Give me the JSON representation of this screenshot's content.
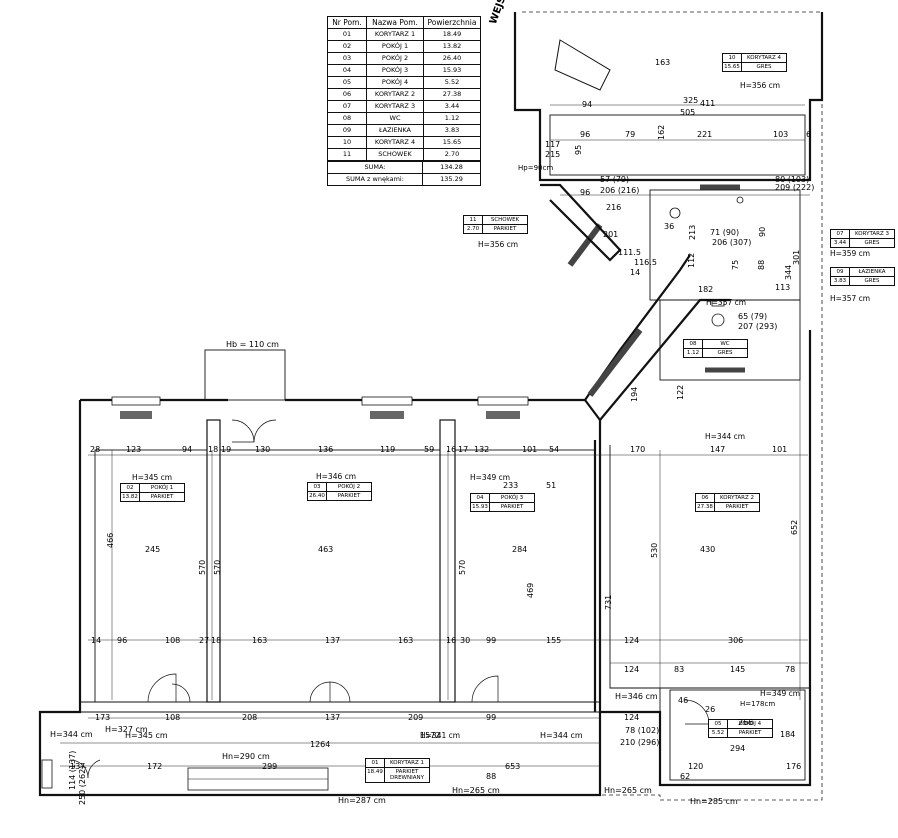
{
  "entrance_label": "WEJŚCIE",
  "table": {
    "headers": [
      "Nr Pom.",
      "Nazwa Pom.",
      "Powierzchnia"
    ],
    "rows": [
      [
        "01",
        "KORYTARZ 1",
        "18.49"
      ],
      [
        "02",
        "POKÓJ 1",
        "13.82"
      ],
      [
        "03",
        "POKÓJ 2",
        "26.40"
      ],
      [
        "04",
        "POKÓJ 3",
        "15.93"
      ],
      [
        "05",
        "POKÓJ 4",
        "5.52"
      ],
      [
        "06",
        "KORYTARZ 2",
        "27.38"
      ],
      [
        "07",
        "KORYTARZ 3",
        "3.44"
      ],
      [
        "08",
        "WC",
        "1.12"
      ],
      [
        "09",
        "ŁAZIENKA",
        "3.83"
      ],
      [
        "10",
        "KORYTARZ 4",
        "15.65"
      ],
      [
        "11",
        "SCHOWEK",
        "2.70"
      ]
    ],
    "suma_label": "SUMA:",
    "suma_value": "134.28",
    "suma_wneki_label": "SUMA z wnękami:",
    "suma_wneki_value": "135.29"
  },
  "rooms": [
    {
      "nr": "02",
      "name": "POKÓJ 1",
      "area": "13.82",
      "floor": "PARKIET",
      "height": "H=345 cm"
    },
    {
      "nr": "03",
      "name": "POKÓJ 2",
      "area": "26.40",
      "floor": "PARKIET",
      "height": "H=346 cm"
    },
    {
      "nr": "04",
      "name": "POKÓJ 3",
      "area": "15.93",
      "floor": "PARKIET",
      "height": "H=349 cm"
    },
    {
      "nr": "06",
      "name": "KORYTARZ 2",
      "area": "27.38",
      "floor": "PARKIET",
      "height": "H=344 cm"
    },
    {
      "nr": "01",
      "name": "KORYTARZ 1",
      "area": "18.49",
      "floor": "PARKIET DREWNIANY",
      "height": "H=341 cm"
    },
    {
      "nr": "05",
      "name": "POKÓJ 4",
      "area": "5.52",
      "floor": "PARKIET",
      "height": "H=349 cm"
    },
    {
      "nr": "10",
      "name": "KORYTARZ 4",
      "area": "15.65",
      "floor": "GRES",
      "height": "H=356 cm"
    },
    {
      "nr": "11",
      "name": "SCHOWEK",
      "area": "2.70",
      "floor": "PARKIET",
      "height": "H=356 cm"
    },
    {
      "nr": "07",
      "name": "KORYTARZ 3",
      "area": "3.44",
      "floor": "GRES",
      "height": "H=359 cm"
    },
    {
      "nr": "09",
      "name": "ŁAZIENKA",
      "area": "3.83",
      "floor": "GRES",
      "height": "H=357 cm"
    },
    {
      "nr": "08",
      "name": "WC",
      "area": "1.12",
      "floor": "GRES",
      "height": "H=357 cm"
    }
  ],
  "extra_heights": {
    "left_corridor": "H=344 cm",
    "left_corridor_2": "H=327 cm",
    "left_corridor_3": "H=345 cm",
    "bottom_mid": "H=344 cm",
    "corridor2_bottom": "H=346 cm",
    "hb": "Hb = 110 cm",
    "hn_290": "Hn=290 cm",
    "hn_287": "Hn=287 cm",
    "hn_265a": "Hn=265 cm",
    "hn_265b": "Hn=265 cm",
    "hn_285": "Hn=285 cm",
    "hp_90": "Hp=90cm",
    "h1": "H=178cm"
  },
  "dimensions": {
    "top_row": [
      "28",
      "123",
      "94",
      "18",
      "19",
      "130",
      "136",
      "119",
      "59",
      "16",
      "17",
      "132",
      "101",
      "54",
      "170",
      "147",
      "101"
    ],
    "room_widths": [
      "245",
      "463",
      "284",
      "430"
    ],
    "room_heights": [
      "466",
      "570",
      "570",
      "570",
      "469",
      "530",
      "652",
      "731"
    ],
    "bottom_row": [
      "14",
      "96",
      "108",
      "27",
      "18",
      "163",
      "137",
      "163",
      "16",
      "30",
      "99",
      "155",
      "124",
      "306"
    ],
    "corridor_row": [
      "173",
      "108",
      "208",
      "137",
      "209",
      "99",
      "124"
    ],
    "long_dims": [
      "1264",
      "1572",
      "653",
      "172",
      "299",
      "88",
      "137",
      "114 (137)"
    ],
    "kor4_dims": [
      "505",
      "411",
      "325",
      "163",
      "96",
      "79",
      "221",
      "103",
      "6",
      "94",
      "162",
      "95",
      "216",
      "96"
    ],
    "misc": [
      "233",
      "51",
      "124",
      "83",
      "145",
      "78",
      "294",
      "176",
      "62",
      "120",
      "266",
      "46",
      "26",
      "184",
      "194",
      "122",
      "182",
      "113",
      "88",
      "75",
      "344",
      "301",
      "213",
      "112",
      "116.5",
      "111.5",
      "201",
      "71 (90)",
      "206 (307)",
      "65 (79)",
      "207 (293)",
      "57 (79)",
      "206 (216)",
      "80 (103)",
      "209 (222)",
      "78 (102)",
      "210 (296)",
      "250 (262)",
      "117",
      "215",
      "90",
      "14",
      "36"
    ]
  }
}
